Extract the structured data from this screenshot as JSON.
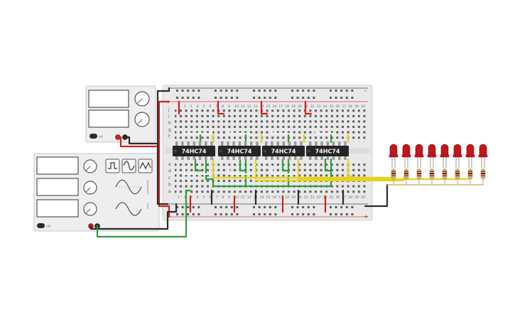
{
  "circuit": {
    "chips": [
      {
        "label": "74HC74"
      },
      {
        "label": "74HC74"
      },
      {
        "label": "74HC74"
      },
      {
        "label": "74HC74"
      }
    ],
    "power_supply": {
      "switch_label": "off"
    },
    "function_generator": {
      "switch_label": "off",
      "waveforms": [
        "square",
        "sine",
        "triangle"
      ]
    },
    "leds": {
      "count": 8,
      "color": "#c0161c"
    },
    "breadboard": {
      "column_numbers": [
        "1",
        "2",
        "3",
        "4",
        "5",
        "6",
        "7",
        "8",
        "9",
        "10",
        "11",
        "12",
        "13",
        "14",
        "15",
        "16",
        "17",
        "18",
        "19",
        "20",
        "21",
        "22",
        "23",
        "24",
        "25",
        "26",
        "27",
        "28",
        "29",
        "30"
      ],
      "row_letters_top": [
        "j",
        "i",
        "h",
        "g",
        "f"
      ],
      "row_letters_bottom": [
        "e",
        "d",
        "c",
        "b",
        "a"
      ],
      "rail_plus": "+",
      "rail_minus": "-"
    },
    "wire_colors": {
      "red": "#d11f1f",
      "black": "#2b2b2b",
      "green": "#2e9e3a",
      "yellow": "#e8d21a",
      "white": "#f2f2f2"
    }
  }
}
